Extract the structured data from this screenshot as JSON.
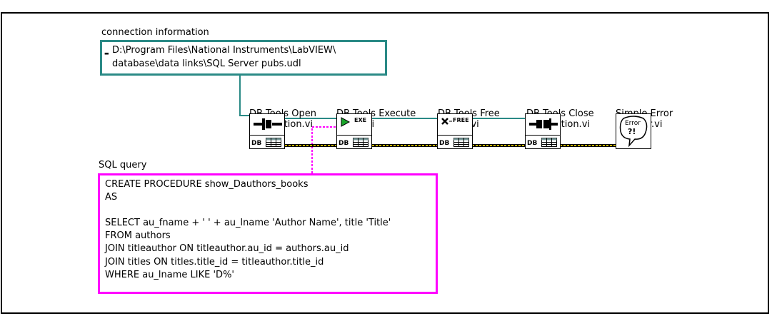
{
  "labels": {
    "connection": "connection information",
    "sql": "SQL query"
  },
  "connection_path": [
    "D:\\Program Files\\National Instruments\\LabVIEW\\",
    "database\\data links\\SQL Server pubs.udl"
  ],
  "sql_query": [
    "CREATE PROCEDURE show_Dauthors_books",
    "AS",
    "",
    "SELECT au_fname + ' ' + au_lname 'Author Name', title 'Title'",
    "FROM authors",
    "JOIN titleauthor ON titleauthor.au_id = authors.au_id",
    "JOIN titles ON titles.title_id = titleauthor.title_id",
    "WHERE au_lname LIKE 'D%'"
  ],
  "nodes": [
    {
      "lines": [
        "DB Tools Open",
        "Connection.vi"
      ],
      "icon": "open-connection-icon"
    },
    {
      "lines": [
        "DB Tools Execute",
        "Query.vi"
      ],
      "icon": "execute-query-icon",
      "badge": "EXE"
    },
    {
      "lines": [
        "DB Tools Free",
        "Object.vi"
      ],
      "icon": "free-object-icon",
      "badge": "FREE"
    },
    {
      "lines": [
        "DB Tools Close",
        "Connection.vi"
      ],
      "icon": "close-connection-icon"
    },
    {
      "lines": [
        "Simple Error",
        "Handler.vi"
      ],
      "icon": "error-handler-icon",
      "badge": "Error"
    }
  ],
  "icon_text": {
    "db": "DB",
    "error_mark": "?!"
  },
  "colors": {
    "path_wire": "#2a8a86",
    "string_wire": "#ff00ff",
    "error_wire": "#b8a800",
    "background": "#ffffff"
  }
}
